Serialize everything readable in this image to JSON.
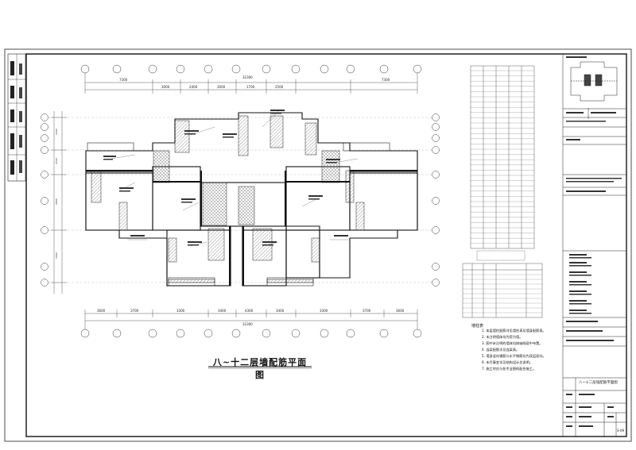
{
  "drawing": {
    "title": "八~十二层墙配筋平面图",
    "dims_top": [
      "7300",
      "3000",
      "2400",
      "3000",
      "1700",
      "2500",
      "7300"
    ],
    "dim_overall_top": "32300",
    "dims_bottom": [
      "3600",
      "3700",
      "3300",
      "3400",
      "4300",
      "3400",
      "3300",
      "3700",
      "3600"
    ],
    "dim_overall_bottom": "32300",
    "dims_left": [
      "3600",
      "4500",
      "2800",
      "5000"
    ],
    "schedule_title": "墙柱表",
    "notes": [
      "1. 本层墙柱配筋详见墙柱表及墙身配筋表。",
      "2. 未注明墙体均为剪力墙。",
      "3. 图中未注明的墙体均按轴线居中布置。",
      "4. 连梁配筋详见连梁表。",
      "5. 墙身竖向钢筋与水平钢筋均为双层双向。",
      "6. 未尽事宜详见结构设计总说明。",
      "7. 施工时应与各专业图纸配合施工。"
    ]
  },
  "title_block": {
    "drawing_name": "八~十二层墙配筋平面图",
    "drawing_no": "S-09"
  },
  "colors": {
    "line": "#222222",
    "hatch": "#444444",
    "axis_circle": "#333333"
  }
}
